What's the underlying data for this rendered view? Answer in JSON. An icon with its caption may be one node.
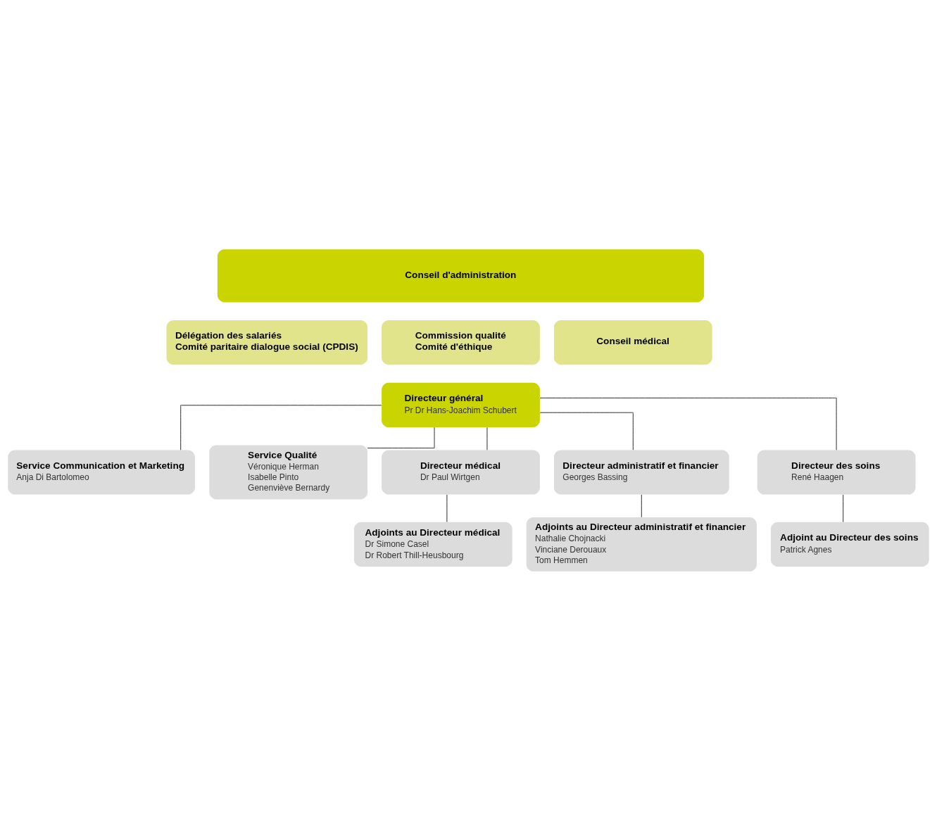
{
  "diagram": {
    "nodes": [
      {
        "text": [
          "Conseil d'administration"
        ]
      },
      {
        "text": [
          "Délégation des salariés",
          "Comité paritaire dialogue social (CPDIS)"
        ]
      },
      {
        "text": [
          "Commission qualité",
          "Comité d'éthique"
        ]
      },
      {
        "text": [
          "Conseil médical"
        ]
      },
      {
        "text": [
          "Directeur général",
          "Pr Dr Hans-Joachim Schubert"
        ]
      },
      {
        "text": [
          "Service Communication et Marketing",
          "Anja Di Bartolomeo"
        ]
      },
      {
        "text": [
          "Service Qualité",
          "Véronique Herman",
          "Isabelle Pinto",
          "Genenviève Bernardy"
        ]
      },
      {
        "text": [
          "Directeur médical",
          "Dr Paul Wirtgen"
        ]
      },
      {
        "text": [
          "Directeur administratif et financier",
          "Georges Bassing"
        ]
      },
      {
        "text": [
          "Directeur des soins",
          "René Haagen"
        ]
      },
      {
        "text": [
          "Adjoints au Directeur médical",
          "Dr Simone Casel",
          "Dr Robert Thill-Heusbourg"
        ]
      },
      {
        "text": [
          "Adjoints au Directeur administratif et financier",
          "Nathalie Chojnacki",
          "Vinciane Derouaux",
          "Tom Hemmen"
        ]
      },
      {
        "text": [
          "Adjoint au Directeur des soins",
          "Patrick Agnes"
        ]
      }
    ],
    "edges": [
      {
        "from": 4,
        "to": 5,
        "arrow": "none"
      },
      {
        "from": 4,
        "to": 6,
        "arrow": "none"
      },
      {
        "from": 4,
        "to": 7,
        "arrow": "none"
      },
      {
        "from": 4,
        "to": 8,
        "arrow": "none"
      },
      {
        "from": 4,
        "to": 9,
        "arrow": "none"
      },
      {
        "from": 7,
        "to": 10,
        "arrow": "none"
      },
      {
        "from": 8,
        "to": 11,
        "arrow": "none"
      },
      {
        "from": 9,
        "to": 12,
        "arrow": "none"
      }
    ]
  }
}
